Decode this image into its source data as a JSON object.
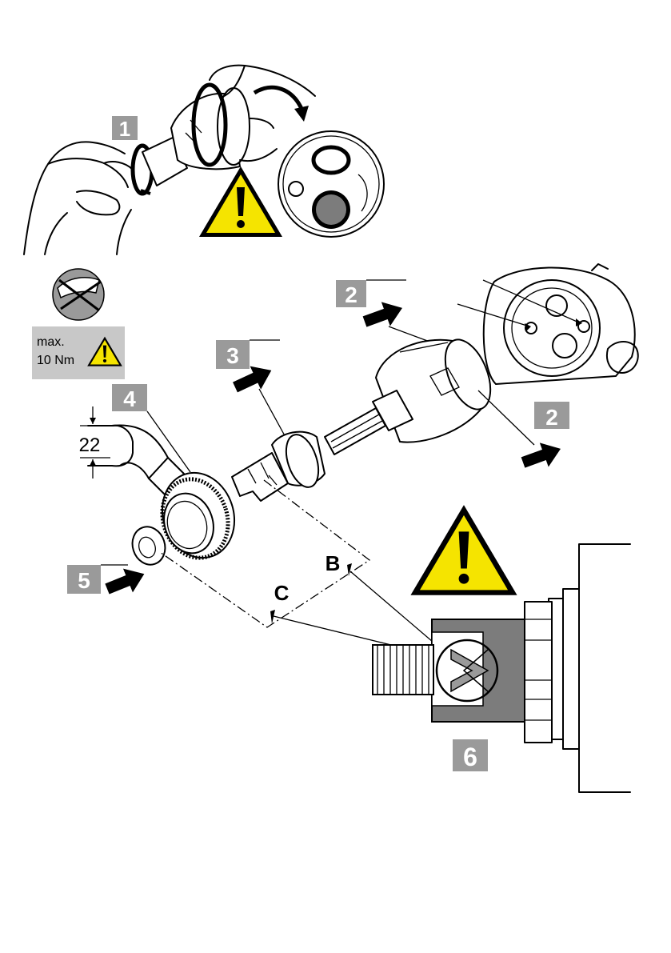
{
  "steps": {
    "step1": "1",
    "step2_top": "2",
    "step2_right": "2",
    "step3": "3",
    "step4": "4",
    "step5": "5",
    "step6": "6"
  },
  "torque_note": {
    "line1": "max.",
    "line2": "10 Nm"
  },
  "wrench_size": "22",
  "callouts": {
    "b": "B",
    "c": "C"
  },
  "icons": [
    "warning-triangle-icon",
    "no-pliers-icon",
    "arrow-right-icon",
    "rotate-arrow-icon"
  ],
  "colors": {
    "step_badge": "#9a9a9a",
    "warning_yellow": "#f5e400",
    "torque_box": "#c8c8c8",
    "cartridge_grey": "#7c7c7c"
  }
}
